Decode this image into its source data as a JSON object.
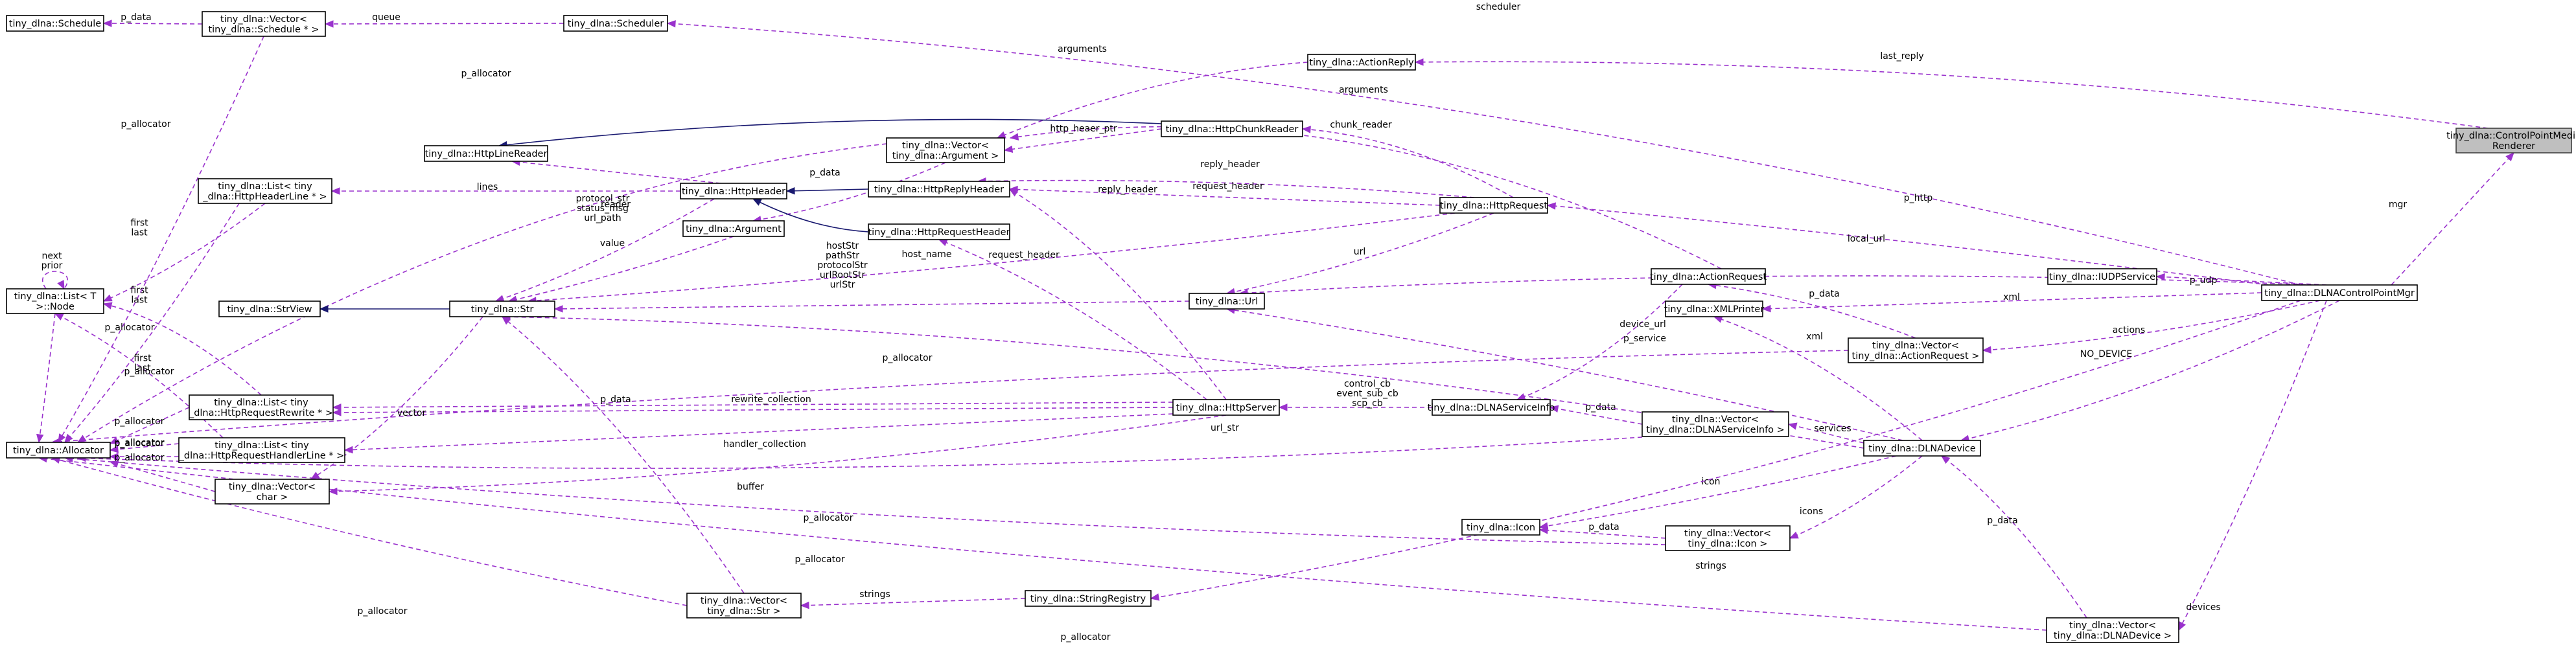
{
  "nodes": [
    {
      "id": "schedule",
      "label": [
        "tiny_dlna::Schedule"
      ]
    },
    {
      "id": "vec_schedule",
      "label": [
        "tiny_dlna::Vector<",
        "tiny_dlna::Schedule * >"
      ]
    },
    {
      "id": "scheduler",
      "label": [
        "tiny_dlna::Scheduler"
      ]
    },
    {
      "id": "actionreply",
      "label": [
        "tiny_dlna::ActionReply"
      ]
    },
    {
      "id": "cp_renderer",
      "label": [
        "tiny_dlna::ControlPointMedia",
        "Renderer"
      ],
      "focus": true
    },
    {
      "id": "chunkreader",
      "label": [
        "tiny_dlna::HttpChunkReader"
      ]
    },
    {
      "id": "vec_argument",
      "label": [
        "tiny_dlna::Vector<",
        "tiny_dlna::Argument >"
      ]
    },
    {
      "id": "linereader",
      "label": [
        "tiny_dlna::HttpLineReader"
      ]
    },
    {
      "id": "list_headerline",
      "label": [
        "tiny_dlna::List< tiny",
        "_dlna::HttpHeaderLine * >"
      ]
    },
    {
      "id": "httpheader",
      "label": [
        "tiny_dlna::HttpHeader"
      ]
    },
    {
      "id": "replyheader",
      "label": [
        "tiny_dlna::HttpReplyHeader"
      ]
    },
    {
      "id": "httprequest",
      "label": [
        "tiny_dlna::HttpRequest"
      ]
    },
    {
      "id": "argument",
      "label": [
        "tiny_dlna::Argument"
      ]
    },
    {
      "id": "requestheader",
      "label": [
        "tiny_dlna::HttpRequestHeader"
      ]
    },
    {
      "id": "list_node",
      "label": [
        "tiny_dlna::List< T",
        ">::Node"
      ]
    },
    {
      "id": "strview",
      "label": [
        "tiny_dlna::StrView"
      ]
    },
    {
      "id": "str",
      "label": [
        "tiny_dlna::Str"
      ]
    },
    {
      "id": "url",
      "label": [
        "tiny_dlna::Url"
      ]
    },
    {
      "id": "actionrequest",
      "label": [
        "tiny_dlna::ActionRequest"
      ]
    },
    {
      "id": "iudp",
      "label": [
        "tiny_dlna::IUDPService"
      ]
    },
    {
      "id": "ctrlmgr",
      "label": [
        "tiny_dlna::DLNAControlPointMgr"
      ]
    },
    {
      "id": "xmlprinter",
      "label": [
        "tiny_dlna::XMLPrinter"
      ]
    },
    {
      "id": "vec_actionrequest",
      "label": [
        "tiny_dlna::Vector<",
        "tiny_dlna::ActionRequest >"
      ]
    },
    {
      "id": "allocator",
      "label": [
        "tiny_dlna::Allocator"
      ]
    },
    {
      "id": "list_rewrite",
      "label": [
        "tiny_dlna::List< tiny",
        "_dlna::HttpRequestRewrite * >"
      ]
    },
    {
      "id": "list_handler",
      "label": [
        "tiny_dlna::List< tiny",
        "_dlna::HttpRequestHandlerLine * >"
      ]
    },
    {
      "id": "httpserver",
      "label": [
        "tiny_dlna::HttpServer"
      ]
    },
    {
      "id": "serviceinfo",
      "label": [
        "tiny_dlna::DLNAServiceInfo"
      ]
    },
    {
      "id": "vec_serviceinfo",
      "label": [
        "tiny_dlna::Vector<",
        "tiny_dlna::DLNAServiceInfo >"
      ]
    },
    {
      "id": "dlnadevice",
      "label": [
        "tiny_dlna::DLNADevice"
      ]
    },
    {
      "id": "vec_char",
      "label": [
        "tiny_dlna::Vector<",
        "char >"
      ]
    },
    {
      "id": "icon",
      "label": [
        "tiny_dlna::Icon"
      ]
    },
    {
      "id": "vec_icon",
      "label": [
        "tiny_dlna::Vector<",
        "tiny_dlna::Icon >"
      ]
    },
    {
      "id": "stringregistry",
      "label": [
        "tiny_dlna::StringRegistry"
      ]
    },
    {
      "id": "vec_str",
      "label": [
        "tiny_dlna::Vector<",
        "tiny_dlna::Str >"
      ]
    },
    {
      "id": "vec_dlnadevice",
      "label": [
        "tiny_dlna::Vector<",
        "tiny_dlna::DLNADevice >"
      ]
    }
  ],
  "edges": [
    {
      "id": "e1",
      "label": [
        "p_data"
      ]
    },
    {
      "id": "e2",
      "label": [
        "queue"
      ]
    },
    {
      "id": "e3",
      "label": [
        "scheduler"
      ]
    },
    {
      "id": "e4",
      "label": [
        "last_reply"
      ]
    },
    {
      "id": "e5",
      "label": [
        "mgr"
      ]
    },
    {
      "id": "e6",
      "label": [
        "arguments"
      ]
    },
    {
      "id": "e7",
      "label": [
        "arguments"
      ]
    },
    {
      "id": "e8",
      "label": [
        "p_allocator"
      ]
    },
    {
      "id": "e9",
      "label": [
        "http_heaer_ptr"
      ]
    },
    {
      "id": "e10",
      "label": [
        "chunk_reader"
      ]
    },
    {
      "id": "e11",
      "label": [
        "reader"
      ]
    },
    {
      "id": "e12",
      "label": [
        "lines"
      ]
    },
    {
      "id": "e13",
      "label": [
        "p_data"
      ]
    },
    {
      "id": "e14",
      "label": [
        "reply_header"
      ]
    },
    {
      "id": "e15",
      "label": [
        "reply_header"
      ]
    },
    {
      "id": "e16",
      "label": [
        "request_header"
      ]
    },
    {
      "id": "e17",
      "label": [
        "p_http"
      ]
    },
    {
      "id": "e18",
      "label": [
        "request_header"
      ]
    },
    {
      "id": "e19",
      "label": [
        "protocol_str",
        "status_msg",
        "url_path"
      ]
    },
    {
      "id": "e20",
      "label": [
        "value"
      ]
    },
    {
      "id": "e21",
      "label": [
        "host_name"
      ]
    },
    {
      "id": "e22",
      "label": [
        "hostStr",
        "pathStr",
        "protocolStr",
        "urlRootStr",
        "urlStr"
      ]
    },
    {
      "id": "e23",
      "label": [
        "url"
      ]
    },
    {
      "id": "e24",
      "label": [
        "local_url"
      ]
    },
    {
      "id": "e25",
      "label": [
        "p_udp"
      ]
    },
    {
      "id": "e26",
      "label": [
        "xml"
      ]
    },
    {
      "id": "e27",
      "label": [
        "p_data"
      ]
    },
    {
      "id": "e28",
      "label": [
        "actions"
      ]
    },
    {
      "id": "e29",
      "label": [
        "p_service"
      ]
    },
    {
      "id": "e30",
      "label": [
        "NO_DEVICE"
      ]
    },
    {
      "id": "e31",
      "label": [
        "device_url"
      ]
    },
    {
      "id": "e32",
      "label": [
        "xml"
      ]
    },
    {
      "id": "e33",
      "label": [
        "p_allocator"
      ]
    },
    {
      "id": "e34",
      "label": [
        "p_allocator"
      ]
    },
    {
      "id": "e35",
      "label": [
        "p_data"
      ]
    },
    {
      "id": "e36",
      "label": [
        "rewrite_collection"
      ]
    },
    {
      "id": "e37",
      "label": [
        "control_cb",
        "event_sub_cb",
        "scp_cb"
      ]
    },
    {
      "id": "e38",
      "label": [
        "p_data"
      ]
    },
    {
      "id": "e39",
      "label": [
        "services"
      ]
    },
    {
      "id": "e40",
      "label": [
        "handler_collection"
      ]
    },
    {
      "id": "e41",
      "label": [
        "url_str"
      ]
    },
    {
      "id": "e42",
      "label": [
        "vector"
      ]
    },
    {
      "id": "e43",
      "label": [
        "buffer"
      ]
    },
    {
      "id": "e44",
      "label": [
        "icon"
      ]
    },
    {
      "id": "e45",
      "label": [
        "p_data"
      ]
    },
    {
      "id": "e46",
      "label": [
        "icons"
      ]
    },
    {
      "id": "e47",
      "label": [
        "p_allocator"
      ]
    },
    {
      "id": "e48",
      "label": [
        "p_allocator"
      ]
    },
    {
      "id": "e49",
      "label": [
        "strings"
      ]
    },
    {
      "id": "e50",
      "label": [
        "strings"
      ]
    },
    {
      "id": "e51",
      "label": [
        "p_allocator"
      ]
    },
    {
      "id": "e52",
      "label": [
        "p_data"
      ]
    },
    {
      "id": "e53",
      "label": [
        "devices"
      ]
    },
    {
      "id": "e54",
      "label": [
        "p_allocator"
      ]
    },
    {
      "id": "e55",
      "label": [
        "next",
        "prior"
      ]
    },
    {
      "id": "e56",
      "label": [
        "first",
        "last"
      ]
    },
    {
      "id": "e57",
      "label": [
        "first",
        "last"
      ]
    },
    {
      "id": "e58",
      "label": [
        "first",
        "last"
      ]
    },
    {
      "id": "e59",
      "label": [
        "p_allocator"
      ]
    },
    {
      "id": "e60",
      "label": [
        "p_allocator"
      ]
    },
    {
      "id": "e61",
      "label": [
        "p_allocator"
      ]
    },
    {
      "id": "e62",
      "label": [
        "p_allocator"
      ]
    },
    {
      "id": "e63",
      "label": [
        "p_allocator"
      ]
    },
    {
      "id": "e64",
      "label": [
        "p_allocator"
      ]
    },
    {
      "id": "e65",
      "label": []
    },
    {
      "id": "e66",
      "label": []
    },
    {
      "id": "e67",
      "label": []
    },
    {
      "id": "e68",
      "label": []
    },
    {
      "id": "e69",
      "label": []
    }
  ]
}
